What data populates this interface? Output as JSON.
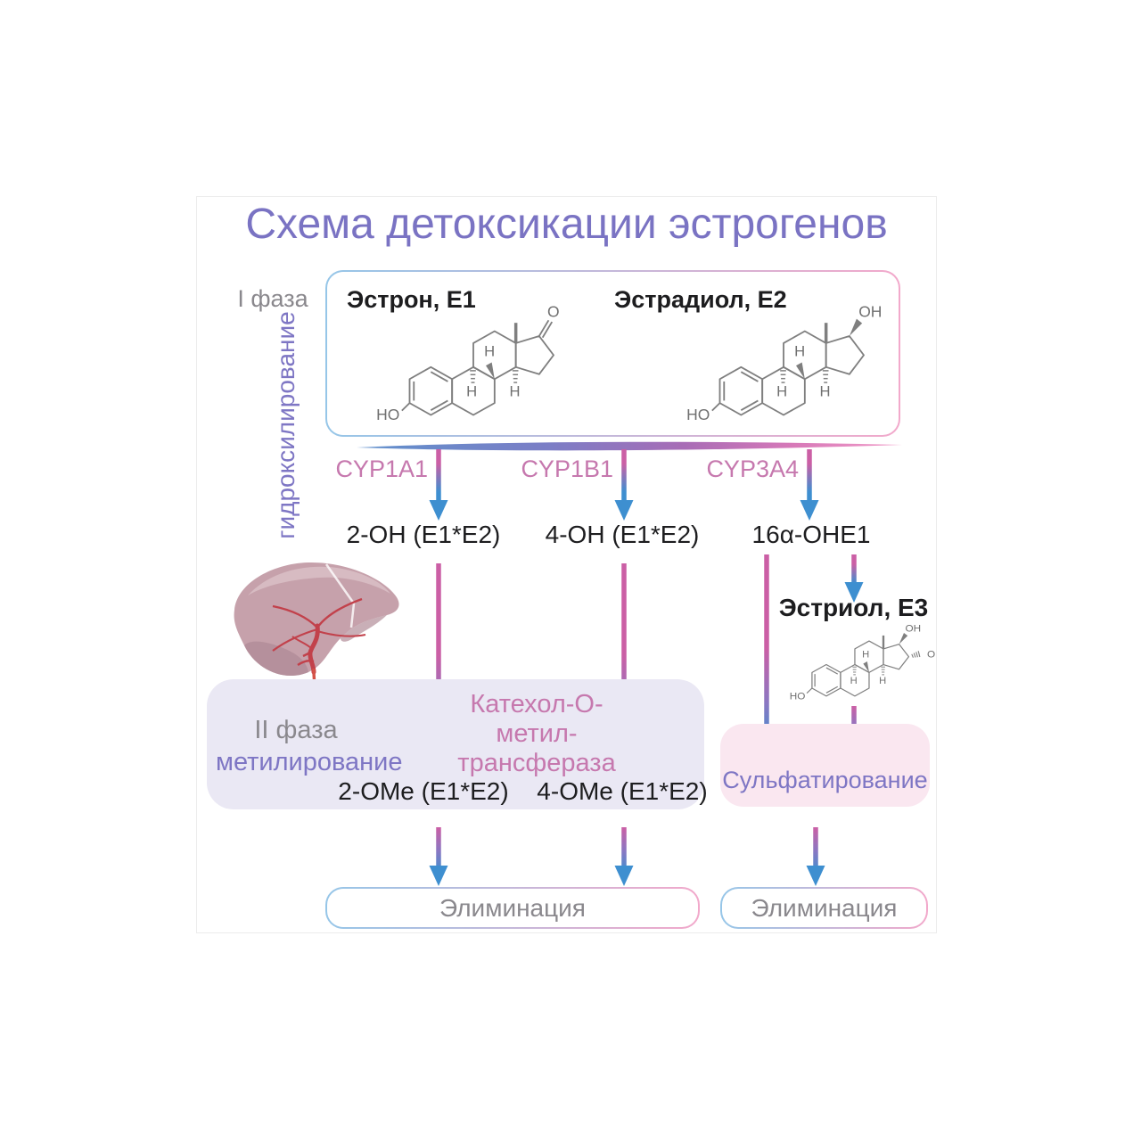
{
  "title": "Схема детоксикации эстрогенов",
  "phase1": {
    "label": "I фаза",
    "process": "гидроксилирование",
    "e1_title": "Эстрон, E1",
    "e2_title": "Эстрадиол, E2"
  },
  "enzymes": {
    "cyp1a1": "CYP1A1",
    "cyp1b1": "CYP1B1",
    "cyp3a4": "CYP3A4"
  },
  "comt": {
    "line1": "Катехол-О-",
    "line2": "метил-",
    "line3": "трансфераза"
  },
  "metabolites": {
    "oh2": "2-OH (E1*E2)",
    "oh4": "4-OH (E1*E2)",
    "ohe16a": "16α-OHE1",
    "ome2": "2-OMe (E1*E2)",
    "ome4": "4-OMe (E1*E2)",
    "e3_title": "Эстриол, E3"
  },
  "phase2": {
    "label": "II фаза",
    "process": "метилирование",
    "sulfation": "Сульфатирование"
  },
  "elimination": {
    "left": "Элиминация",
    "right": "Элиминация"
  },
  "atoms": {
    "ho": "HO",
    "oh": "OH",
    "o": "O",
    "h": "H"
  },
  "colors": {
    "title-purple": "#7a73c3",
    "purple": "#7e76c4",
    "gray": "#8a888d",
    "pink": "#c678ae",
    "ink": "#1d1d1f",
    "arrow-blue": "#3e8fd0",
    "arrow-pink": "#cb5fa5",
    "arrow-mid": "#8a77c2",
    "border-blue": "#96c6e8",
    "border-pink": "#f2a9cb",
    "phase2-bg": "#eae8f4",
    "sulfation-bg": "#fae7f0",
    "structure": "#7f7f7f",
    "liver-body": "#c6a1ab",
    "liver-shade": "#b28d99",
    "liver-sheen": "#d9c0c6",
    "vessel": "#c2414b"
  }
}
